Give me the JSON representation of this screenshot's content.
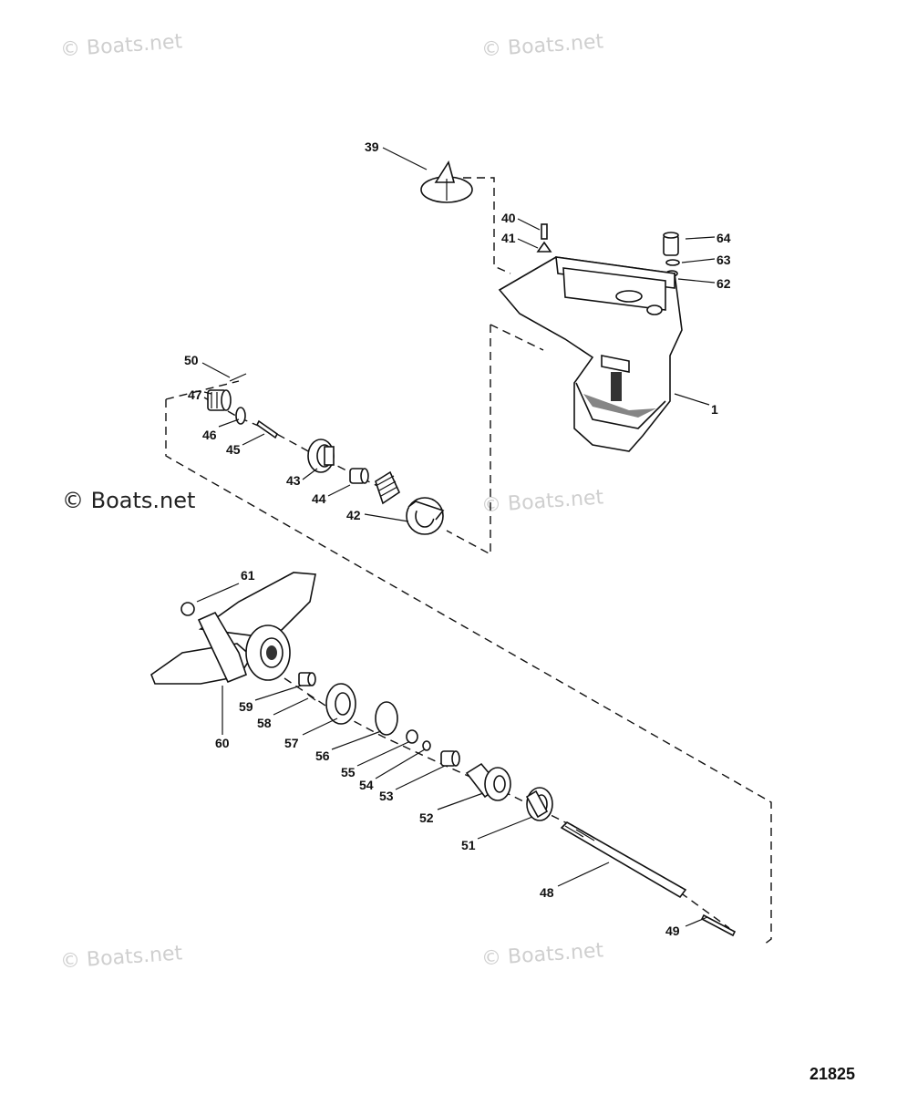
{
  "watermarks": [
    {
      "id": "wm-top-left",
      "text": "© Boats.net"
    },
    {
      "id": "wm-top-right",
      "text": "© Boats.net"
    },
    {
      "id": "wm-mid-left",
      "text": "© Boats.net"
    },
    {
      "id": "wm-mid-right",
      "text": "© Boats.net"
    },
    {
      "id": "wm-bottom-left",
      "text": "© Boats.net"
    },
    {
      "id": "wm-bottom-right",
      "text": "© Boats.net"
    }
  ],
  "drawing_number": "21825",
  "callouts": {
    "p1": "1",
    "p39": "39",
    "p40": "40",
    "p41": "41",
    "p42": "42",
    "p43": "43",
    "p44": "44",
    "p45": "45",
    "p46": "46",
    "p47": "47",
    "p48": "48",
    "p49": "49",
    "p50": "50",
    "p51": "51",
    "p52": "52",
    "p53": "53",
    "p54": "54",
    "p55": "55",
    "p56": "56",
    "p57": "57",
    "p58": "58",
    "p59": "59",
    "p60": "60",
    "p61": "61",
    "p62": "62",
    "p63": "63",
    "p64": "64"
  }
}
